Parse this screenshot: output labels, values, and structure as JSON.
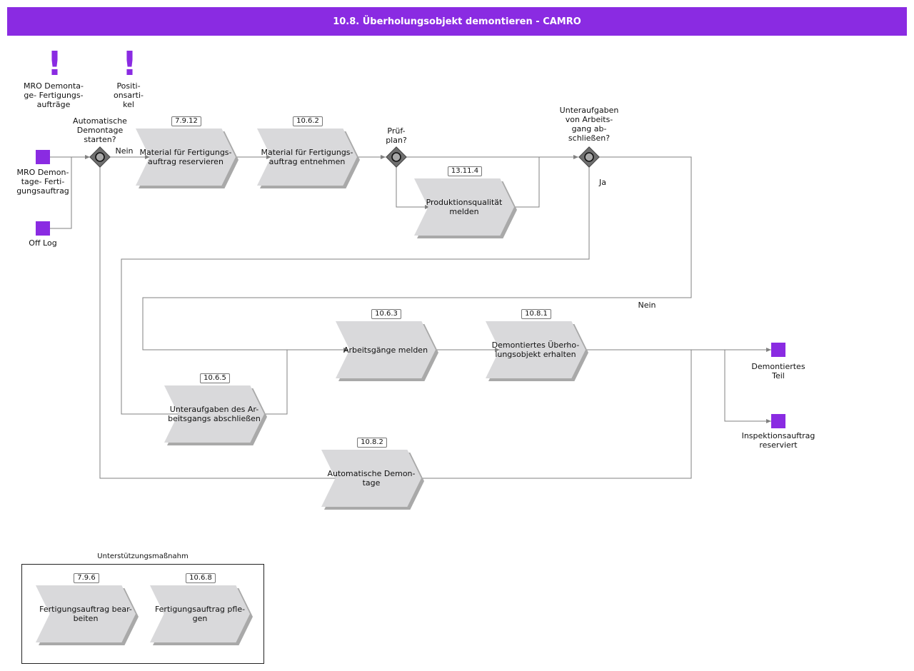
{
  "title": "10.8. Überholungsobjekt demontieren - CAMRO",
  "events": {
    "mro_order": "MRO Demon-\ntage- Ferti-\ngungsauftrag",
    "off_log": "Off Log",
    "disassembled_part": "Demontiertes\nTeil",
    "inspection_reserved": "Inspektionsauftrag\nreserviert"
  },
  "risks": {
    "risk1": "MRO    Demonta-\nge-    Fertigungs-\naufträge",
    "risk2": "Positi-\nonsarti-\nkel"
  },
  "gateways": {
    "g1": "Automatische\nDemontage\nstarten?",
    "g2": "Prüf-\nplan?",
    "g3": "Unteraufgaben\nvon     Arbeits-\ngang     ab-\nschließen?"
  },
  "edge_labels": {
    "nein1": "Nein",
    "ja": "Ja",
    "nein2": "Nein"
  },
  "functions": {
    "f1": {
      "id": "7.9.12",
      "label": "Material für Fertigungs-\nauftrag reservieren"
    },
    "f2": {
      "id": "10.6.2",
      "label": "Material für Fertigungs-\nauftrag entnehmen"
    },
    "f3": {
      "id": "13.11.4",
      "label": "Produktionsqualität\nmelden"
    },
    "f4": {
      "id": "10.6.3",
      "label": "Arbeitsgänge melden"
    },
    "f5": {
      "id": "10.8.1",
      "label": "Demontiertes Überho-\nlungsobjekt erhalten"
    },
    "f6": {
      "id": "10.6.5",
      "label": "Unteraufgaben des Ar-\nbeitsgangs abschließen"
    },
    "f7": {
      "id": "10.8.2",
      "label": "Automatische Demon-\ntage"
    }
  },
  "support": {
    "title": "Unterstützungsmaßnahm",
    "s1": {
      "id": "7.9.6",
      "label": "Fertigungsauftrag bear-\nbeiten"
    },
    "s2": {
      "id": "10.6.8",
      "label": "Fertigungsauftrag pfle-\ngen"
    }
  },
  "colors": {
    "accent": "#8a2be2",
    "function_fill": "#d9d9db",
    "connector": "#808080"
  }
}
